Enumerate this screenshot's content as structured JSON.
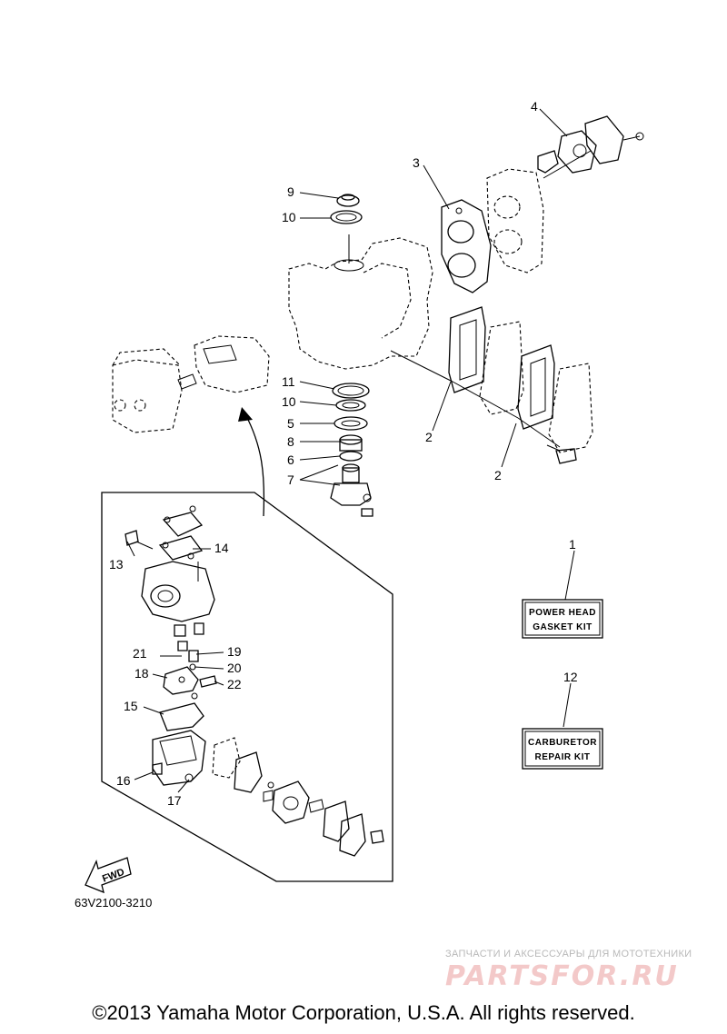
{
  "callouts": [
    {
      "id": "c1",
      "label": "1"
    },
    {
      "id": "c2a",
      "label": "2"
    },
    {
      "id": "c2b",
      "label": "2"
    },
    {
      "id": "c3",
      "label": "3"
    },
    {
      "id": "c4",
      "label": "4"
    },
    {
      "id": "c5",
      "label": "5"
    },
    {
      "id": "c6",
      "label": "6"
    },
    {
      "id": "c7",
      "label": "7"
    },
    {
      "id": "c8",
      "label": "8"
    },
    {
      "id": "c9",
      "label": "9"
    },
    {
      "id": "c10a",
      "label": "10"
    },
    {
      "id": "c10b",
      "label": "10"
    },
    {
      "id": "c11",
      "label": "11"
    },
    {
      "id": "c12",
      "label": "12"
    },
    {
      "id": "c13",
      "label": "13"
    },
    {
      "id": "c14",
      "label": "14"
    },
    {
      "id": "c15",
      "label": "15"
    },
    {
      "id": "c16",
      "label": "16"
    },
    {
      "id": "c17",
      "label": "17"
    },
    {
      "id": "c18",
      "label": "18"
    },
    {
      "id": "c19",
      "label": "19"
    },
    {
      "id": "c20",
      "label": "20"
    },
    {
      "id": "c21",
      "label": "21"
    },
    {
      "id": "c22",
      "label": "22"
    }
  ],
  "kits": {
    "power_head": {
      "line1": "POWER HEAD",
      "line2": "GASKET KIT"
    },
    "carburetor": {
      "line1": "CARBURETOR",
      "line2": "REPAIR KIT"
    }
  },
  "fwd_label": "FWD",
  "diagram_code": "63V2100-3210",
  "watermark": {
    "top": "ЗАПЧАСТИ И АКСЕССУАРЫ ДЛЯ МОТОТЕХНИКИ",
    "logo": "PARTSFOR.RU"
  },
  "copyright": "©2013 Yamaha Motor Corporation, U.S.A. All rights reserved."
}
